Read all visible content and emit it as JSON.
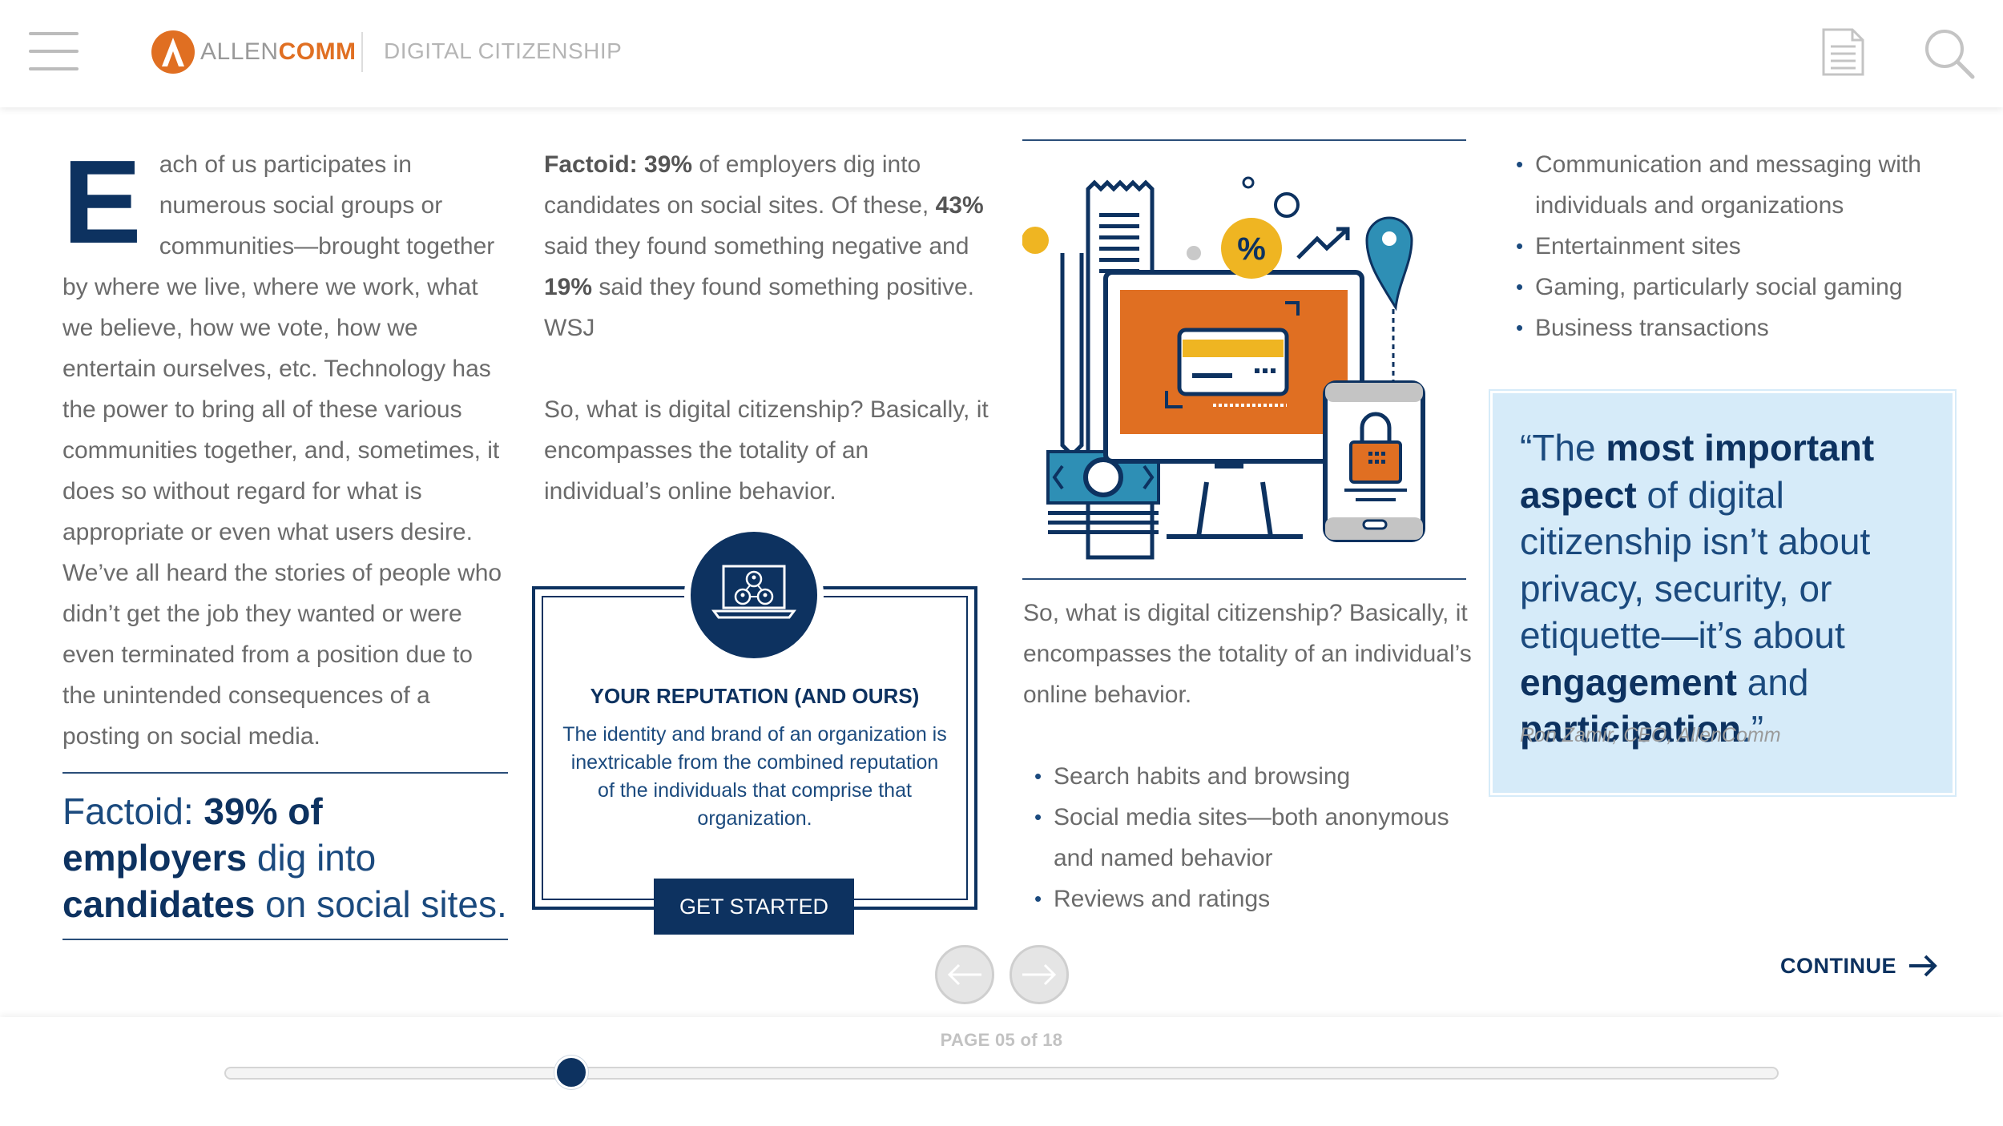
{
  "header": {
    "logo_text_a": "ALLEN",
    "logo_text_b": "COMM",
    "course_title": "DIGITAL CITIZENSHIP",
    "menu_icon": "hamburger-icon",
    "notes_icon": "document-icon",
    "search_icon": "search-icon"
  },
  "column1": {
    "dropcap": "E",
    "body": "ach of us participates in numerous social groups or communities—brought together by where we live, where we work, what we believe, how we vote, how we entertain ourselves, etc. Technology has the power to bring all of these various communities together, and, sometimes, it does so without regard for what is appropriate or even what users desire. We’ve all heard the stories of people who didn’t get the job they wanted or were even terminated from a position due to the unintended consequences of a posting on social media.",
    "factoid": {
      "p1": "Factoid: ",
      "b1": "39% of employers",
      "p2": " dig into ",
      "b2": "candidates",
      "p3": " on social sites."
    }
  },
  "column2": {
    "factoid_label": "Factoid:",
    "factoid_pct1": "39%",
    "factoid_t1": " of employers dig into candidates on social sites. Of these, ",
    "factoid_pct2": "43%",
    "factoid_t2": " said they found something negative and ",
    "factoid_pct3": "19%",
    "factoid_t3": " said they found something positive. WSJ",
    "paragraph": "So, what is digital citizenship? Basically, it encompasses the totality of an individual’s online behavior."
  },
  "card": {
    "icon": "network-laptop-icon",
    "title": "YOUR REPUTATION (AND OURS)",
    "text": "The identity and brand of an organization is inextricable from the combined reputation of the individuals that comprise that organization.",
    "button": "GET STARTED"
  },
  "column3": {
    "illustration": "online-shopping-illustration",
    "paragraph": "So, what is digital citizenship? Basically, it encompasses the totality of an individual’s online behavior.",
    "bullets": [
      "Search habits and browsing",
      "Social media sites—both anonymous and named behavior",
      "Reviews and ratings"
    ]
  },
  "column4": {
    "bullets": [
      "Communication and messaging with individuals and organizations",
      "Entertainment sites",
      "Gaming, particularly social gaming",
      "Business transactions"
    ],
    "quote": {
      "q1": "“The ",
      "b1": "most important aspect",
      "q2": " of digital citizenship isn’t about privacy, security, or etiquette—it’s about ",
      "b2": "engagement",
      "q3": " and ",
      "b3": "participation",
      "q4": ".”",
      "author": "Ron Zamir, CEO, AllenComm"
    }
  },
  "navigation": {
    "prev_icon": "arrow-left-icon",
    "next_icon": "arrow-right-icon",
    "continue_label": "CONTINUE",
    "continue_icon": "arrow-right-icon"
  },
  "footer": {
    "page_label": "PAGE 05 of 18",
    "progress_fraction": 0.223
  },
  "colors": {
    "navy": "#0d3260",
    "orange": "#e06f22",
    "quote_bg": "#d6ebf9"
  }
}
